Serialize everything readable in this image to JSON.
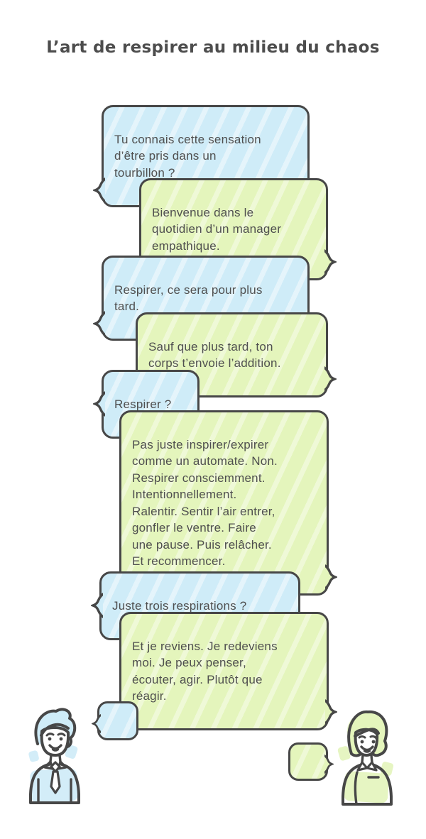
{
  "page": {
    "title": "L’art de respirer au milieu du chaos"
  },
  "colors": {
    "background": "#ffffff",
    "ink": "#474747",
    "text": "#4f4f4f",
    "blue_bubble_fill": "#cfecf8",
    "green_bubble_fill": "#e4f5bc",
    "blue_patch": "#bfe4f4",
    "green_patch": "#d9efab"
  },
  "conversation": {
    "messages": [
      {
        "speaker": "left",
        "color": "blue",
        "text": "Tu connais cette sensation\nd’être pris dans un\ntourbillon ?"
      },
      {
        "speaker": "right",
        "color": "green",
        "text": "Bienvenue dans le\nquotidien d’un manager\nempathique."
      },
      {
        "speaker": "left",
        "color": "blue",
        "text": "Respirer, ce sera pour plus\ntard."
      },
      {
        "speaker": "right",
        "color": "green",
        "text": "Sauf que plus tard, ton\ncorps t’envoie l’addition."
      },
      {
        "speaker": "left",
        "color": "blue",
        "text": "Respirer ?"
      },
      {
        "speaker": "right",
        "color": "green",
        "text": "Pas juste inspirer/expirer\ncomme un automate. Non.\nRespirer consciemment.\nIntentionnellement.\nRalentir. Sentir l’air entrer,\ngonfler le ventre. Faire\nune pause. Puis relâcher.\nEt recommencer."
      },
      {
        "speaker": "left",
        "color": "blue",
        "text": "Juste trois respirations ?"
      },
      {
        "speaker": "right",
        "color": "green",
        "text": "Et je reviens. Je redeviens\nmoi. Je peux penser,\nécouter, agir. Plutôt que\nréagir."
      }
    ]
  },
  "characters": {
    "left": {
      "id": "man",
      "description": "man with tie, line art",
      "bubble_color": "blue"
    },
    "right": {
      "id": "woman",
      "description": "woman with bob haircut, line art",
      "bubble_color": "green"
    }
  }
}
